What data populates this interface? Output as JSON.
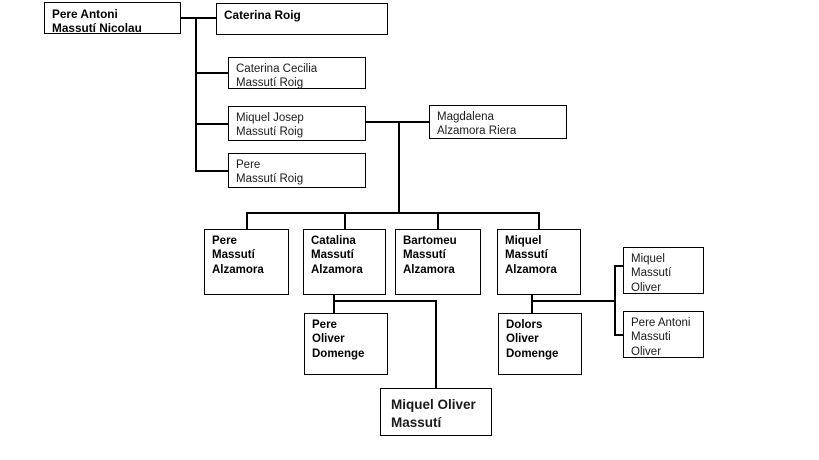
{
  "diagram": {
    "title": "Massuti family genealogy tree",
    "type": "family-tree",
    "line_color": "#000000",
    "box_border_color": "#000000",
    "background": "#ffffff"
  },
  "nodes": {
    "pere_antoni_massuti_nicolau": "Pere Antoni\nMassutí Nicolau",
    "caterina_roig": "Caterina Roig",
    "caterina_cecilia_massuti_roig": "Caterina Cecilia\nMassutí Roig",
    "miquel_josep_massuti_roig": "Miquel Josep\nMassutí Roig",
    "pere_massuti_roig": "Pere\nMassutí Roig",
    "magdalena_alzamora_riera": "Magdalena\nAlzamora Riera",
    "pere_massuti_alzamora": "Pere\nMassutí\nAlzamora",
    "catalina_massuti_alzamora": "Catalina\nMassutí\nAlzamora",
    "bartomeu_massuti_alzamora": "Bartomeu\nMassutí\nAlzamora",
    "miquel_massuti_alzamora": "Miquel\nMassutí\nAlzamora",
    "pere_oliver_domenge": "Pere\nOliver\nDomenge",
    "dolors_oliver_domenge": "Dolors\nOliver\nDomenge",
    "miquel_massuti_oliver": "Miquel\nMassutí\nOliver",
    "pere_antoni_massuti_oliver": "Pere Antoni\nMassuti\nOliver",
    "miquel_oliver_massuti": "Miquel Oliver\nMassutí"
  }
}
